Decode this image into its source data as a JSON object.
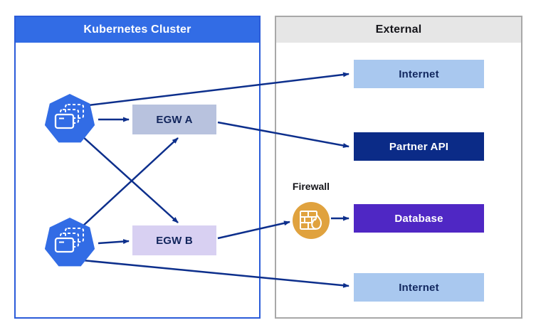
{
  "panels": {
    "cluster": {
      "title": "Kubernetes Cluster",
      "header_color": "#326ce5",
      "border_color": "#2b5cd9"
    },
    "external": {
      "title": "External",
      "header_color": "#e6e6e6",
      "border_color": "#a8a8a8"
    }
  },
  "nodes": {
    "pod_top": {
      "icon": "kubernetes-pod-icon",
      "color": "#326ce5"
    },
    "pod_bottom": {
      "icon": "kubernetes-pod-icon",
      "color": "#326ce5"
    },
    "egw_a": {
      "label": "EGW A",
      "color": "#b8c2de"
    },
    "egw_b": {
      "label": "EGW B",
      "color": "#d8d0f2"
    },
    "internet_top": {
      "label": "Internet",
      "color": "#a9c8ef"
    },
    "partner_api": {
      "label": "Partner API",
      "color": "#0b2b87"
    },
    "database": {
      "label": "Database",
      "color": "#4f27c4"
    },
    "internet_bottom": {
      "label": "Internet",
      "color": "#a9c8ef"
    },
    "firewall": {
      "label": "Firewall",
      "icon": "firewall-icon",
      "color": "#e0a23e"
    }
  },
  "edges": [
    {
      "from": "pod_top",
      "to": "egw_a"
    },
    {
      "from": "pod_top",
      "to": "internet_top"
    },
    {
      "from": "pod_top",
      "to": "egw_b"
    },
    {
      "from": "pod_bottom",
      "to": "egw_a"
    },
    {
      "from": "pod_bottom",
      "to": "egw_b"
    },
    {
      "from": "pod_bottom",
      "to": "internet_bottom"
    },
    {
      "from": "egw_a",
      "to": "partner_api"
    },
    {
      "from": "egw_b",
      "to": "firewall"
    },
    {
      "from": "firewall",
      "to": "database"
    }
  ],
  "colors": {
    "arrow": "#0d2f8c",
    "background": "#ffffff"
  }
}
